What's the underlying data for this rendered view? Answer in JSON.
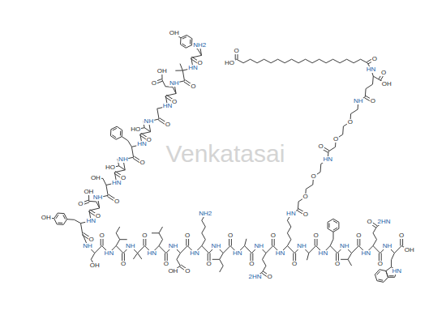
{
  "diagram": {
    "labels": [
      "NH2",
      "O",
      "OH",
      "HN",
      "O",
      "NH",
      "O",
      "O",
      "OH",
      "HN",
      "O",
      "NH",
      "O",
      "HO",
      "HN",
      "O",
      "NH",
      "O",
      "HO",
      "HN",
      "O",
      "OH",
      "NH",
      "O",
      "O",
      "OH",
      "HN",
      "O",
      "OH",
      "NH",
      "O",
      "OH",
      "HN",
      "O",
      "NH",
      "O",
      "HN",
      "O",
      "NH",
      "O",
      "O",
      "OH",
      "HN",
      "O",
      "NH2",
      "NH",
      "O",
      "HN",
      "O",
      "NH",
      "O",
      "O",
      "2HN",
      "HN",
      "O",
      "HN",
      "O",
      "O",
      "O",
      "HN",
      "O",
      "O",
      "O",
      "NH",
      "O",
      "O",
      "OH",
      "HN",
      "O",
      "O",
      "HO",
      "NH",
      "O",
      "HN",
      "O",
      "NH",
      "O",
      "HN",
      "O",
      "O",
      "2HN",
      "NH",
      "O",
      "OH",
      "HN",
      "Venkatasai"
    ]
  }
}
